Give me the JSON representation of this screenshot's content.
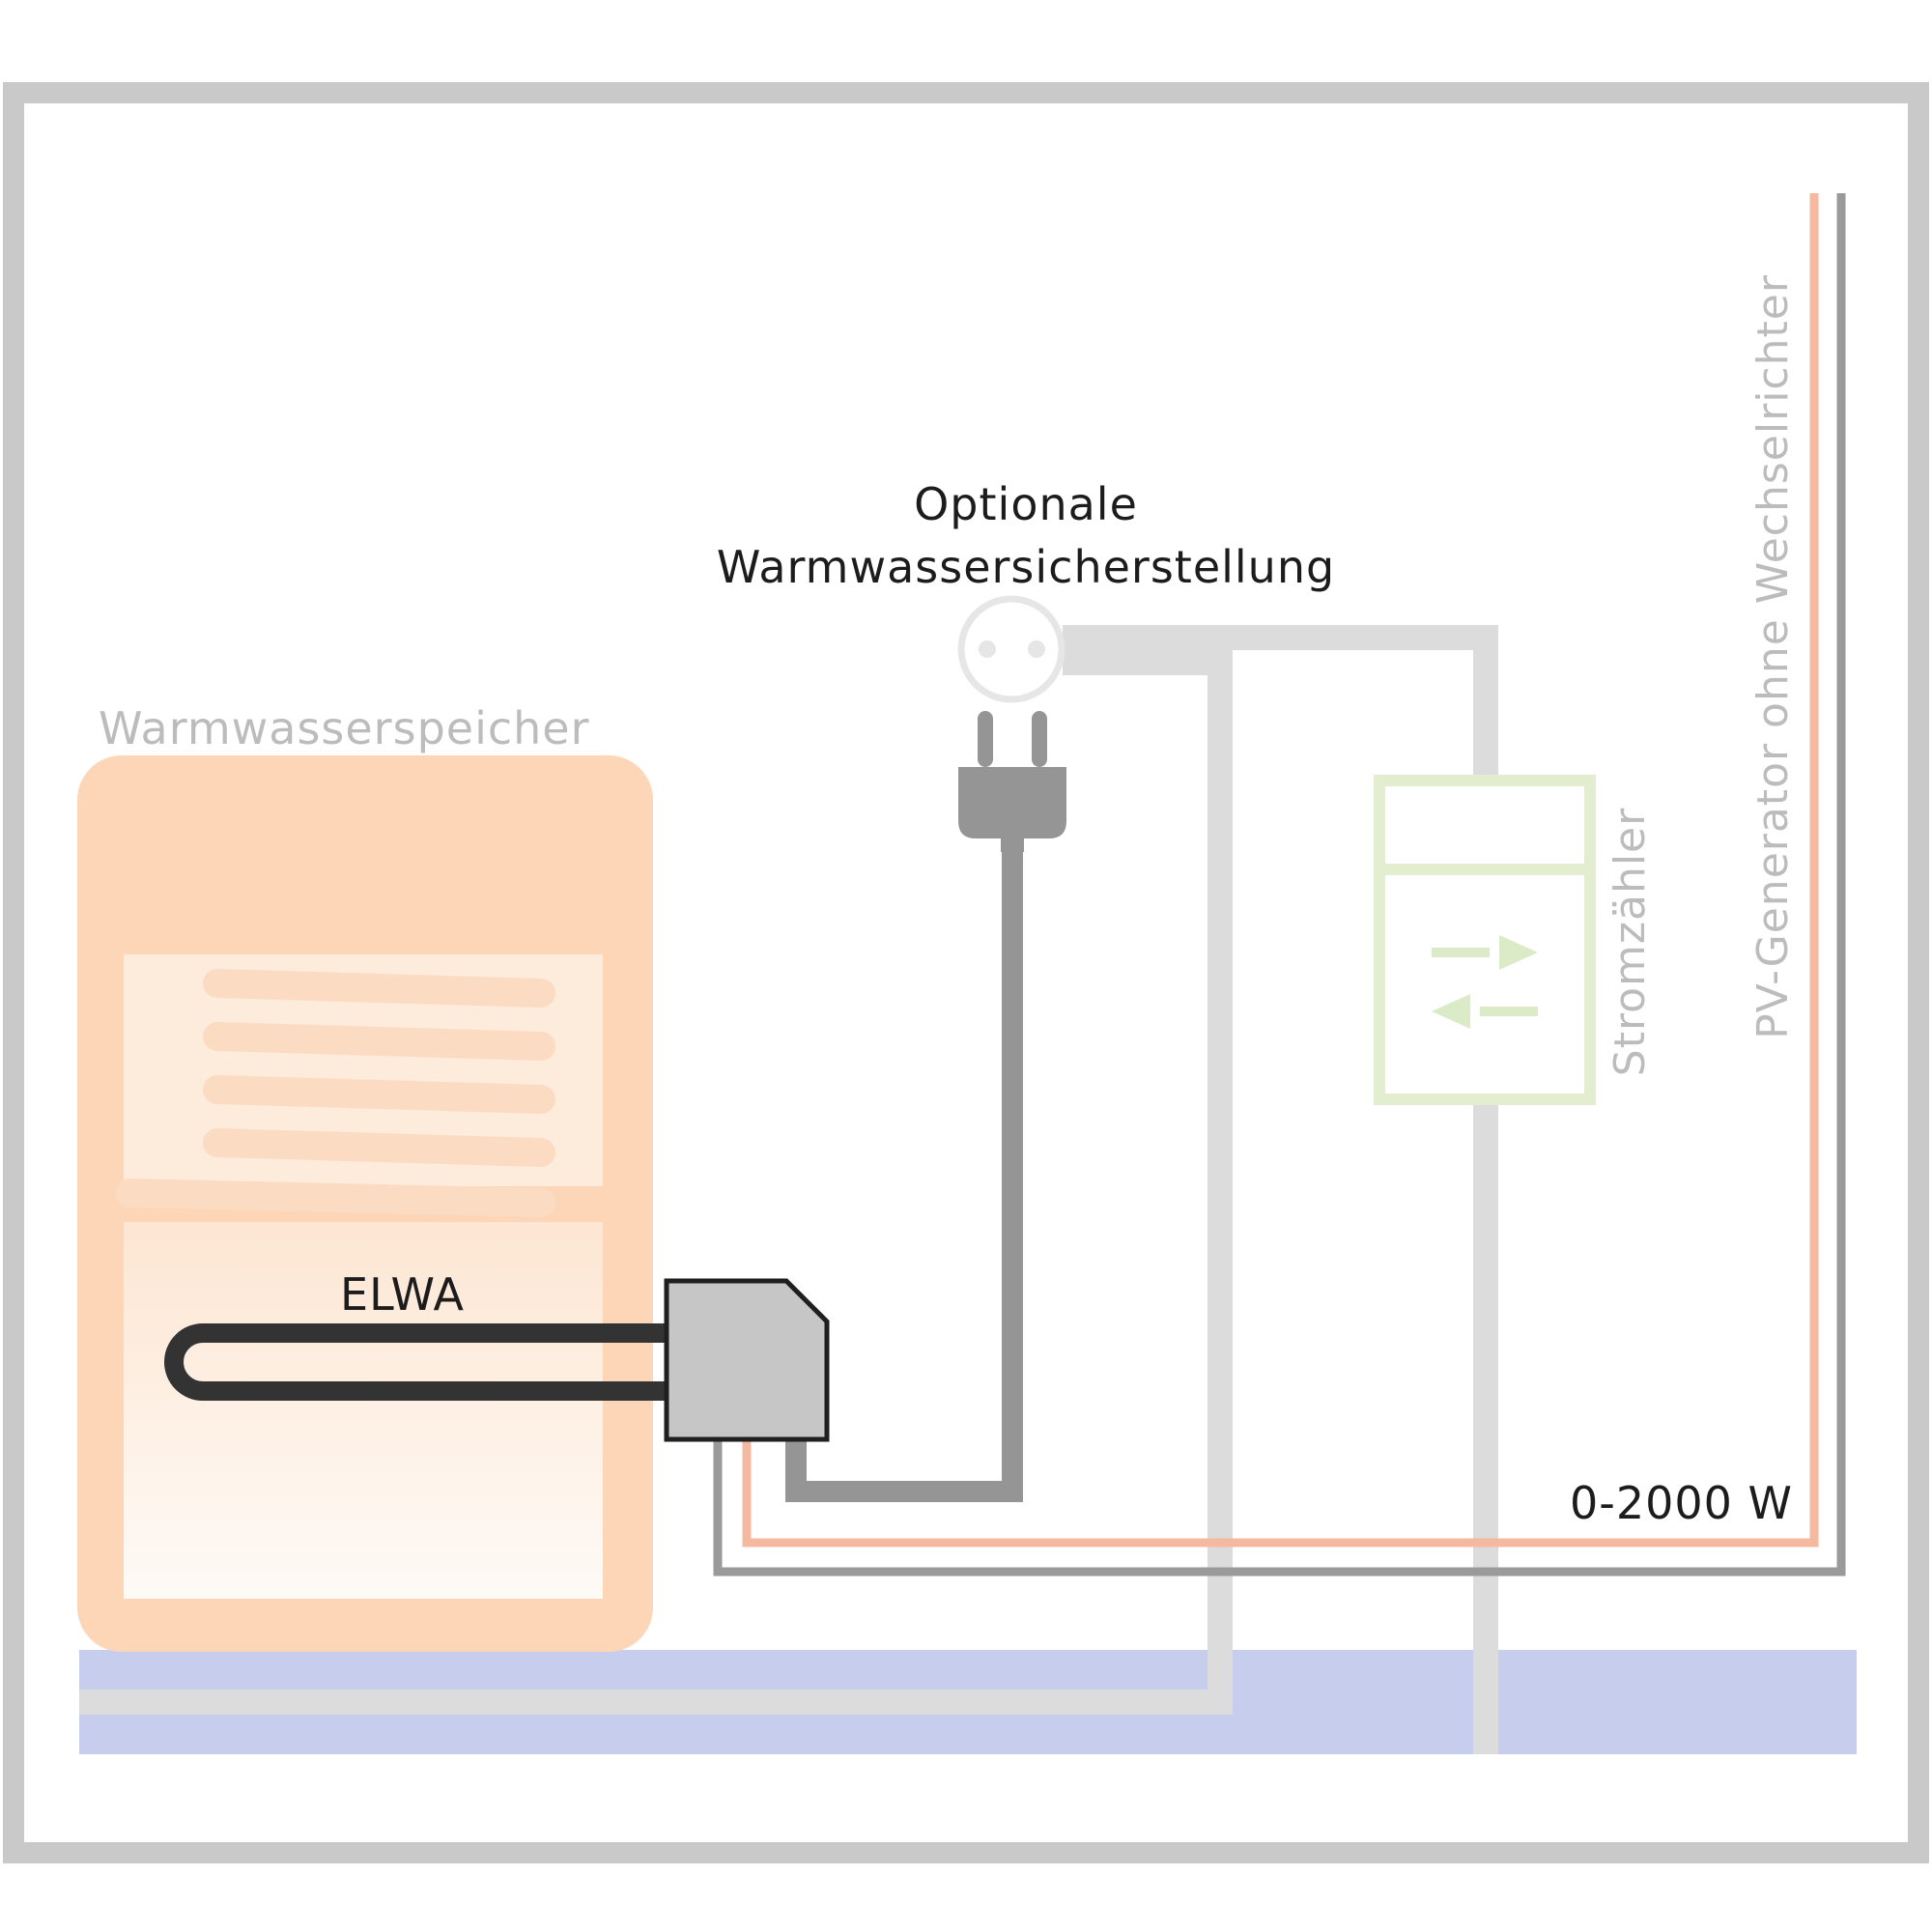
{
  "labels": {
    "optional_line1": "Optionale",
    "optional_line2": "Warmwassersicherstellung",
    "tank": "Warmwasserspeicher",
    "heater": "ELWA",
    "meter": "Stromzähler",
    "pv_generator": "PV-Generator ohne Wechselrichter",
    "power_range": "0-2000 W"
  },
  "colors": {
    "frame": "#c9c9c9",
    "tank_fill": "#fcd6b6",
    "tank_inner": "#fdf2ea",
    "coil": "#fbdcc2",
    "floor_band": "#c7cdec",
    "house_wire": "#dcdcdc",
    "meter_outline": "#e2eecf",
    "meter_arrow": "#dbeac7",
    "heater_rod": "#333333",
    "controller_box": "#c6c6c6",
    "controller_outline": "#1f1f1f",
    "plug_cable": "#959595",
    "dc_positive": "#f5b9a0",
    "dc_negative": "#9a9a9a",
    "muted_text": "#bcbcbc",
    "dark_text": "#1c1c1c"
  },
  "icons": {
    "socket": "socket-icon",
    "plug": "plug-icon",
    "meter_arrows": "bidirectional-arrows-icon"
  }
}
